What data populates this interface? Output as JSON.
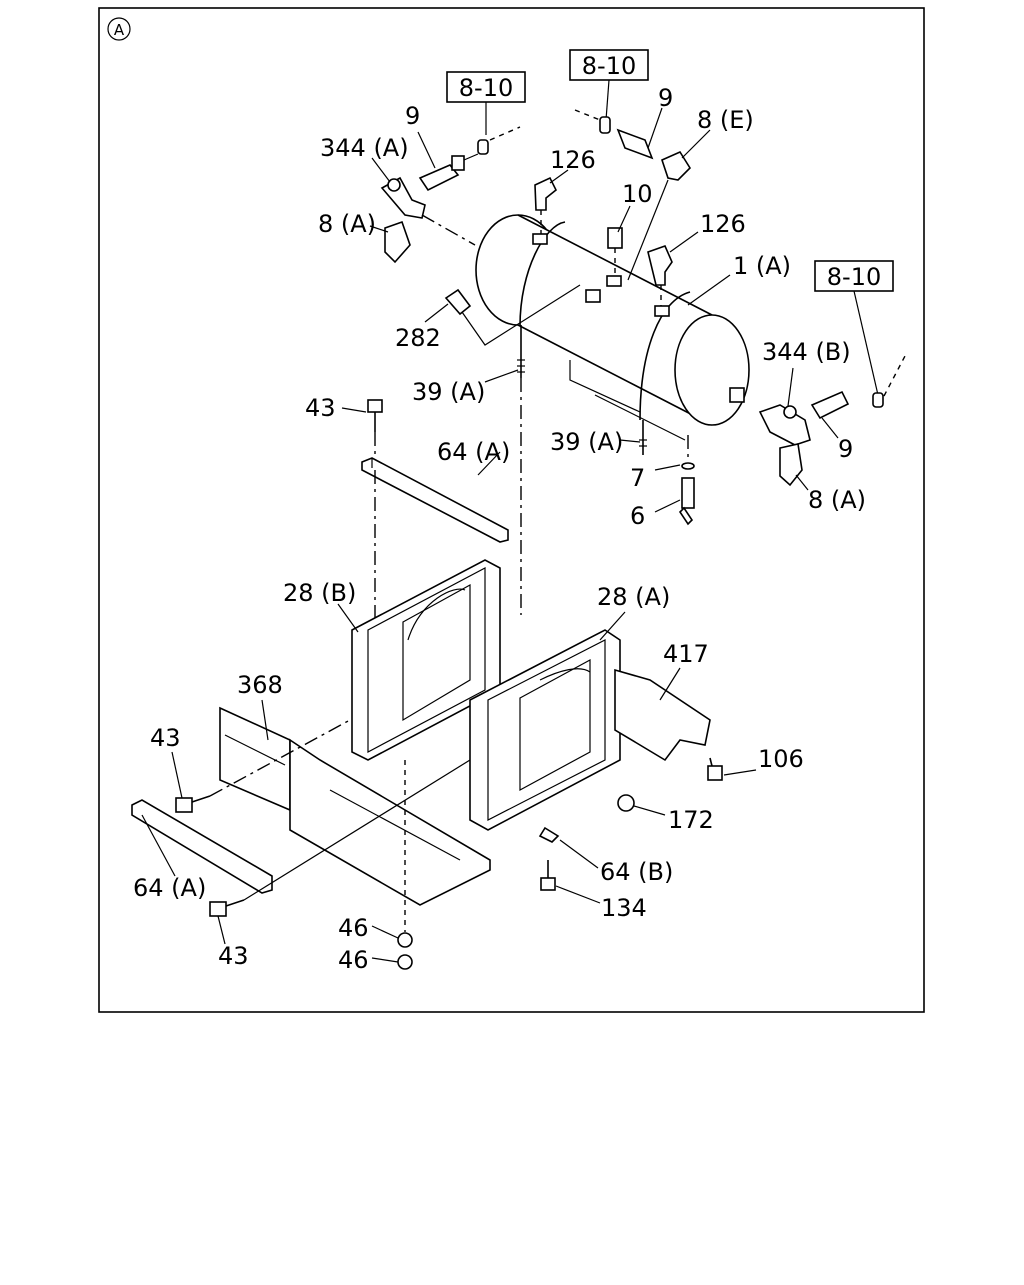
{
  "diagram": {
    "section_marker": "A",
    "references": {
      "ref_1": "8-10",
      "ref_2": "8-10",
      "ref_3": "8-10"
    },
    "labels": {
      "l_9_a": "9",
      "l_344a": "344 (A)",
      "l_8a_top": "8 (A)",
      "l_126_a": "126",
      "l_9_b": "9",
      "l_8e": "8 (E)",
      "l_10": "10",
      "l_126_b": "126",
      "l_1a": "1 (A)",
      "l_282": "282",
      "l_39a_1": "39 (A)",
      "l_344b": "344 (B)",
      "l_43_top": "43",
      "l_64a_top": "64 (A)",
      "l_39a_2": "39 (A)",
      "l_9_c": "9",
      "l_7": "7",
      "l_8a_right": "8 (A)",
      "l_6": "6",
      "l_28b": "28 (B)",
      "l_28a": "28 (A)",
      "l_417": "417",
      "l_368": "368",
      "l_43_left": "43",
      "l_106": "106",
      "l_172": "172",
      "l_64b": "64 (B)",
      "l_64a_bottom": "64 (A)",
      "l_134": "134",
      "l_43_bottom": "43",
      "l_46_a": "46",
      "l_46_b": "46"
    }
  }
}
